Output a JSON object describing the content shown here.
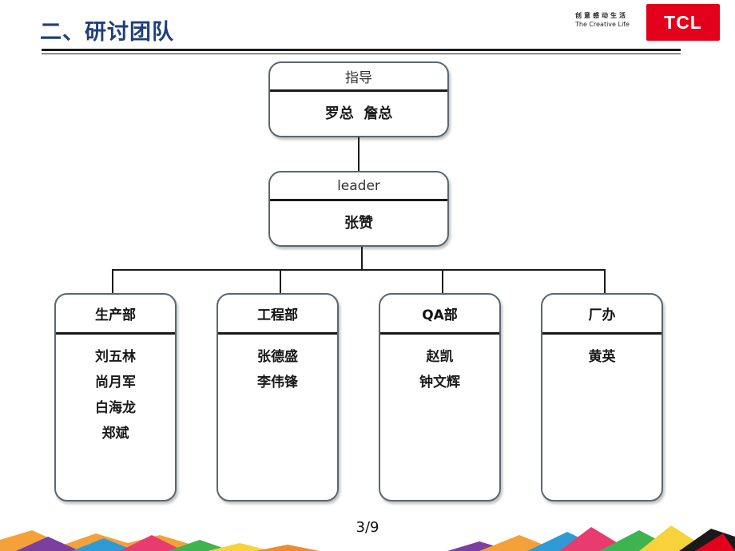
{
  "header": {
    "title": "二、研讨团队",
    "slogan_cn": "创意感动生活",
    "slogan_en": "The Creative Life",
    "logo_text": "TCL",
    "logo_color": "#e3001b"
  },
  "org": {
    "advisor": {
      "label": "指导",
      "names": "罗总  詹总"
    },
    "leader": {
      "label": "leader",
      "names": "张赞"
    },
    "departments": [
      {
        "label": "生产部",
        "members": [
          "刘五林",
          "尚月军",
          "白海龙",
          "郑斌"
        ]
      },
      {
        "label": "工程部",
        "members": [
          "张德盛",
          "李伟锋"
        ]
      },
      {
        "label": "QA部",
        "members": [
          "赵凯",
          "钟文辉"
        ]
      },
      {
        "label": "厂办",
        "members": [
          "黄英"
        ]
      }
    ]
  },
  "footer": {
    "page": "3/9"
  }
}
